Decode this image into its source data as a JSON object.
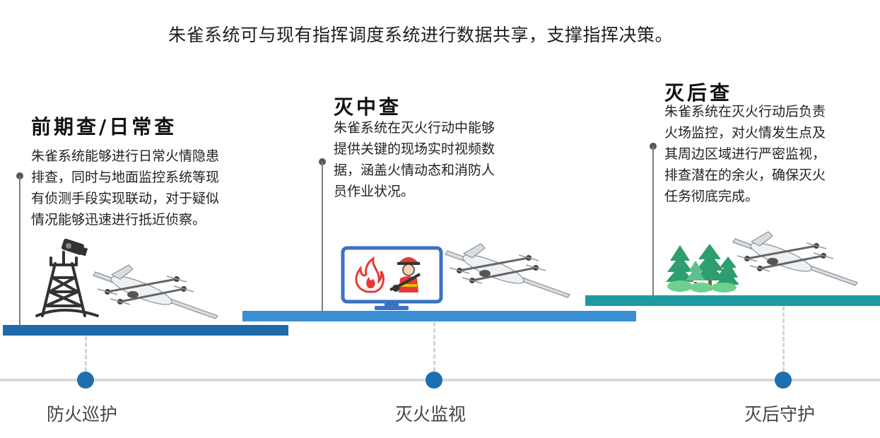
{
  "headline": "朱雀系统可与现有指挥调度系统进行数据共享，支撑指挥决策。",
  "stages": [
    {
      "title": "前期查/日常查",
      "desc": [
        "朱雀系统能够进行日常火情隐患",
        "排查，同时与地面监控系统等现",
        "有侦测手段实现联动，对于疑似",
        "情况能够迅速进行抵近侦察。"
      ],
      "label": "防火巡护",
      "bar_color": "#1f6aa8"
    },
    {
      "title": "灭中查",
      "desc": [
        "朱雀系统在灭火行动中能够",
        "提供关键的现场实时视频数",
        "据，涵盖火情动态和消防人",
        "员作业状况。"
      ],
      "label": "灭火监视",
      "bar_color": "#3990d4"
    },
    {
      "title": "灭后查",
      "desc": [
        "朱雀系统在灭火行动后负责",
        "火场监控，对火情发生点及",
        "其周边区域进行严密监视，",
        "排查潜在的余火，确保灭火",
        "任务彻底完成。"
      ],
      "label": "灭后守护",
      "bar_color": "#1d9aa0"
    }
  ],
  "icons": [
    "watchtower-camera-icon",
    "drone-icon",
    "monitor-fire-firefighter-icon",
    "forest-trees-icon"
  ],
  "colors": {
    "node": "#1d6fb0",
    "timeline": "#d9d9d9",
    "fire": "#e53935",
    "tree": "#2e9e6e"
  }
}
